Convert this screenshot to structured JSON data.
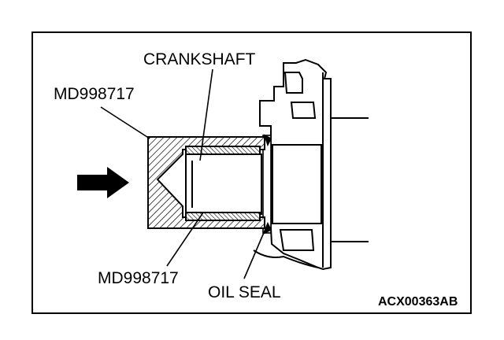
{
  "labels": {
    "crankshaft": "CRANKSHAFT",
    "tool_top": "MD998717",
    "tool_bottom": "MD998717",
    "oil_seal": "OIL SEAL",
    "figure_code": "ACX00363AB"
  },
  "icons": {
    "direction_arrow": "arrow-right-icon"
  },
  "colors": {
    "line": "#000000",
    "background": "#ffffff"
  }
}
